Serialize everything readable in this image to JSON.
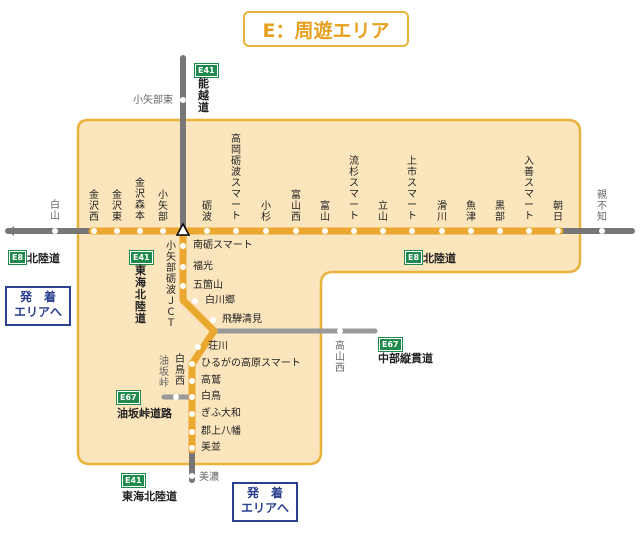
{
  "title": "E：周遊エリア",
  "roads": {
    "noetsu": {
      "badge": "E41",
      "name": "能越道"
    },
    "hokuriku_w": {
      "badge": "E8",
      "name": "北陸道"
    },
    "hokuriku_e": {
      "badge": "E8",
      "name": "北陸道"
    },
    "tokaihokuriku_n": {
      "badge": "E41",
      "name": "東海北陸道"
    },
    "chubu": {
      "badge": "E67",
      "name": "中部縦貫道"
    },
    "aburazaka": {
      "badge": "E67",
      "name": "油坂峠道路"
    },
    "tokaihokuriku_s": {
      "badge": "E41",
      "name": "東海北陸道"
    }
  },
  "outside": {
    "koyabe_higashi": "小矢部東",
    "shirayama": "白山",
    "oyashirazu": "親不知",
    "takayama_nishi": "高山西",
    "aburazaka_toge": "油坂峠",
    "mino": "美濃"
  },
  "hstations": [
    "金沢西",
    "金沢東",
    "金沢森本",
    "小矢部",
    "砺波",
    "高岡砺波スマート",
    "小杉",
    "富山西",
    "富山",
    "流杉スマート",
    "立山",
    "上市スマート",
    "滑川",
    "魚津",
    "黒部",
    "入善スマート",
    "朝日"
  ],
  "jct": "小矢部砺波ＪＣＴ",
  "sstations": [
    "南砺スマート",
    "福光",
    "五箇山",
    "白川郷",
    "飛騨清見",
    "荘川",
    "ひるがの高原スマート",
    "高鷲",
    "白鳥",
    "ぎふ大和",
    "郡上八幡",
    "美並"
  ],
  "shirotori_nishi": "白鳥西",
  "exits": [
    {
      "line1": "発　着",
      "line2": "エリアへ"
    },
    {
      "line1": "発　着",
      "line2": "エリアへ"
    }
  ]
}
